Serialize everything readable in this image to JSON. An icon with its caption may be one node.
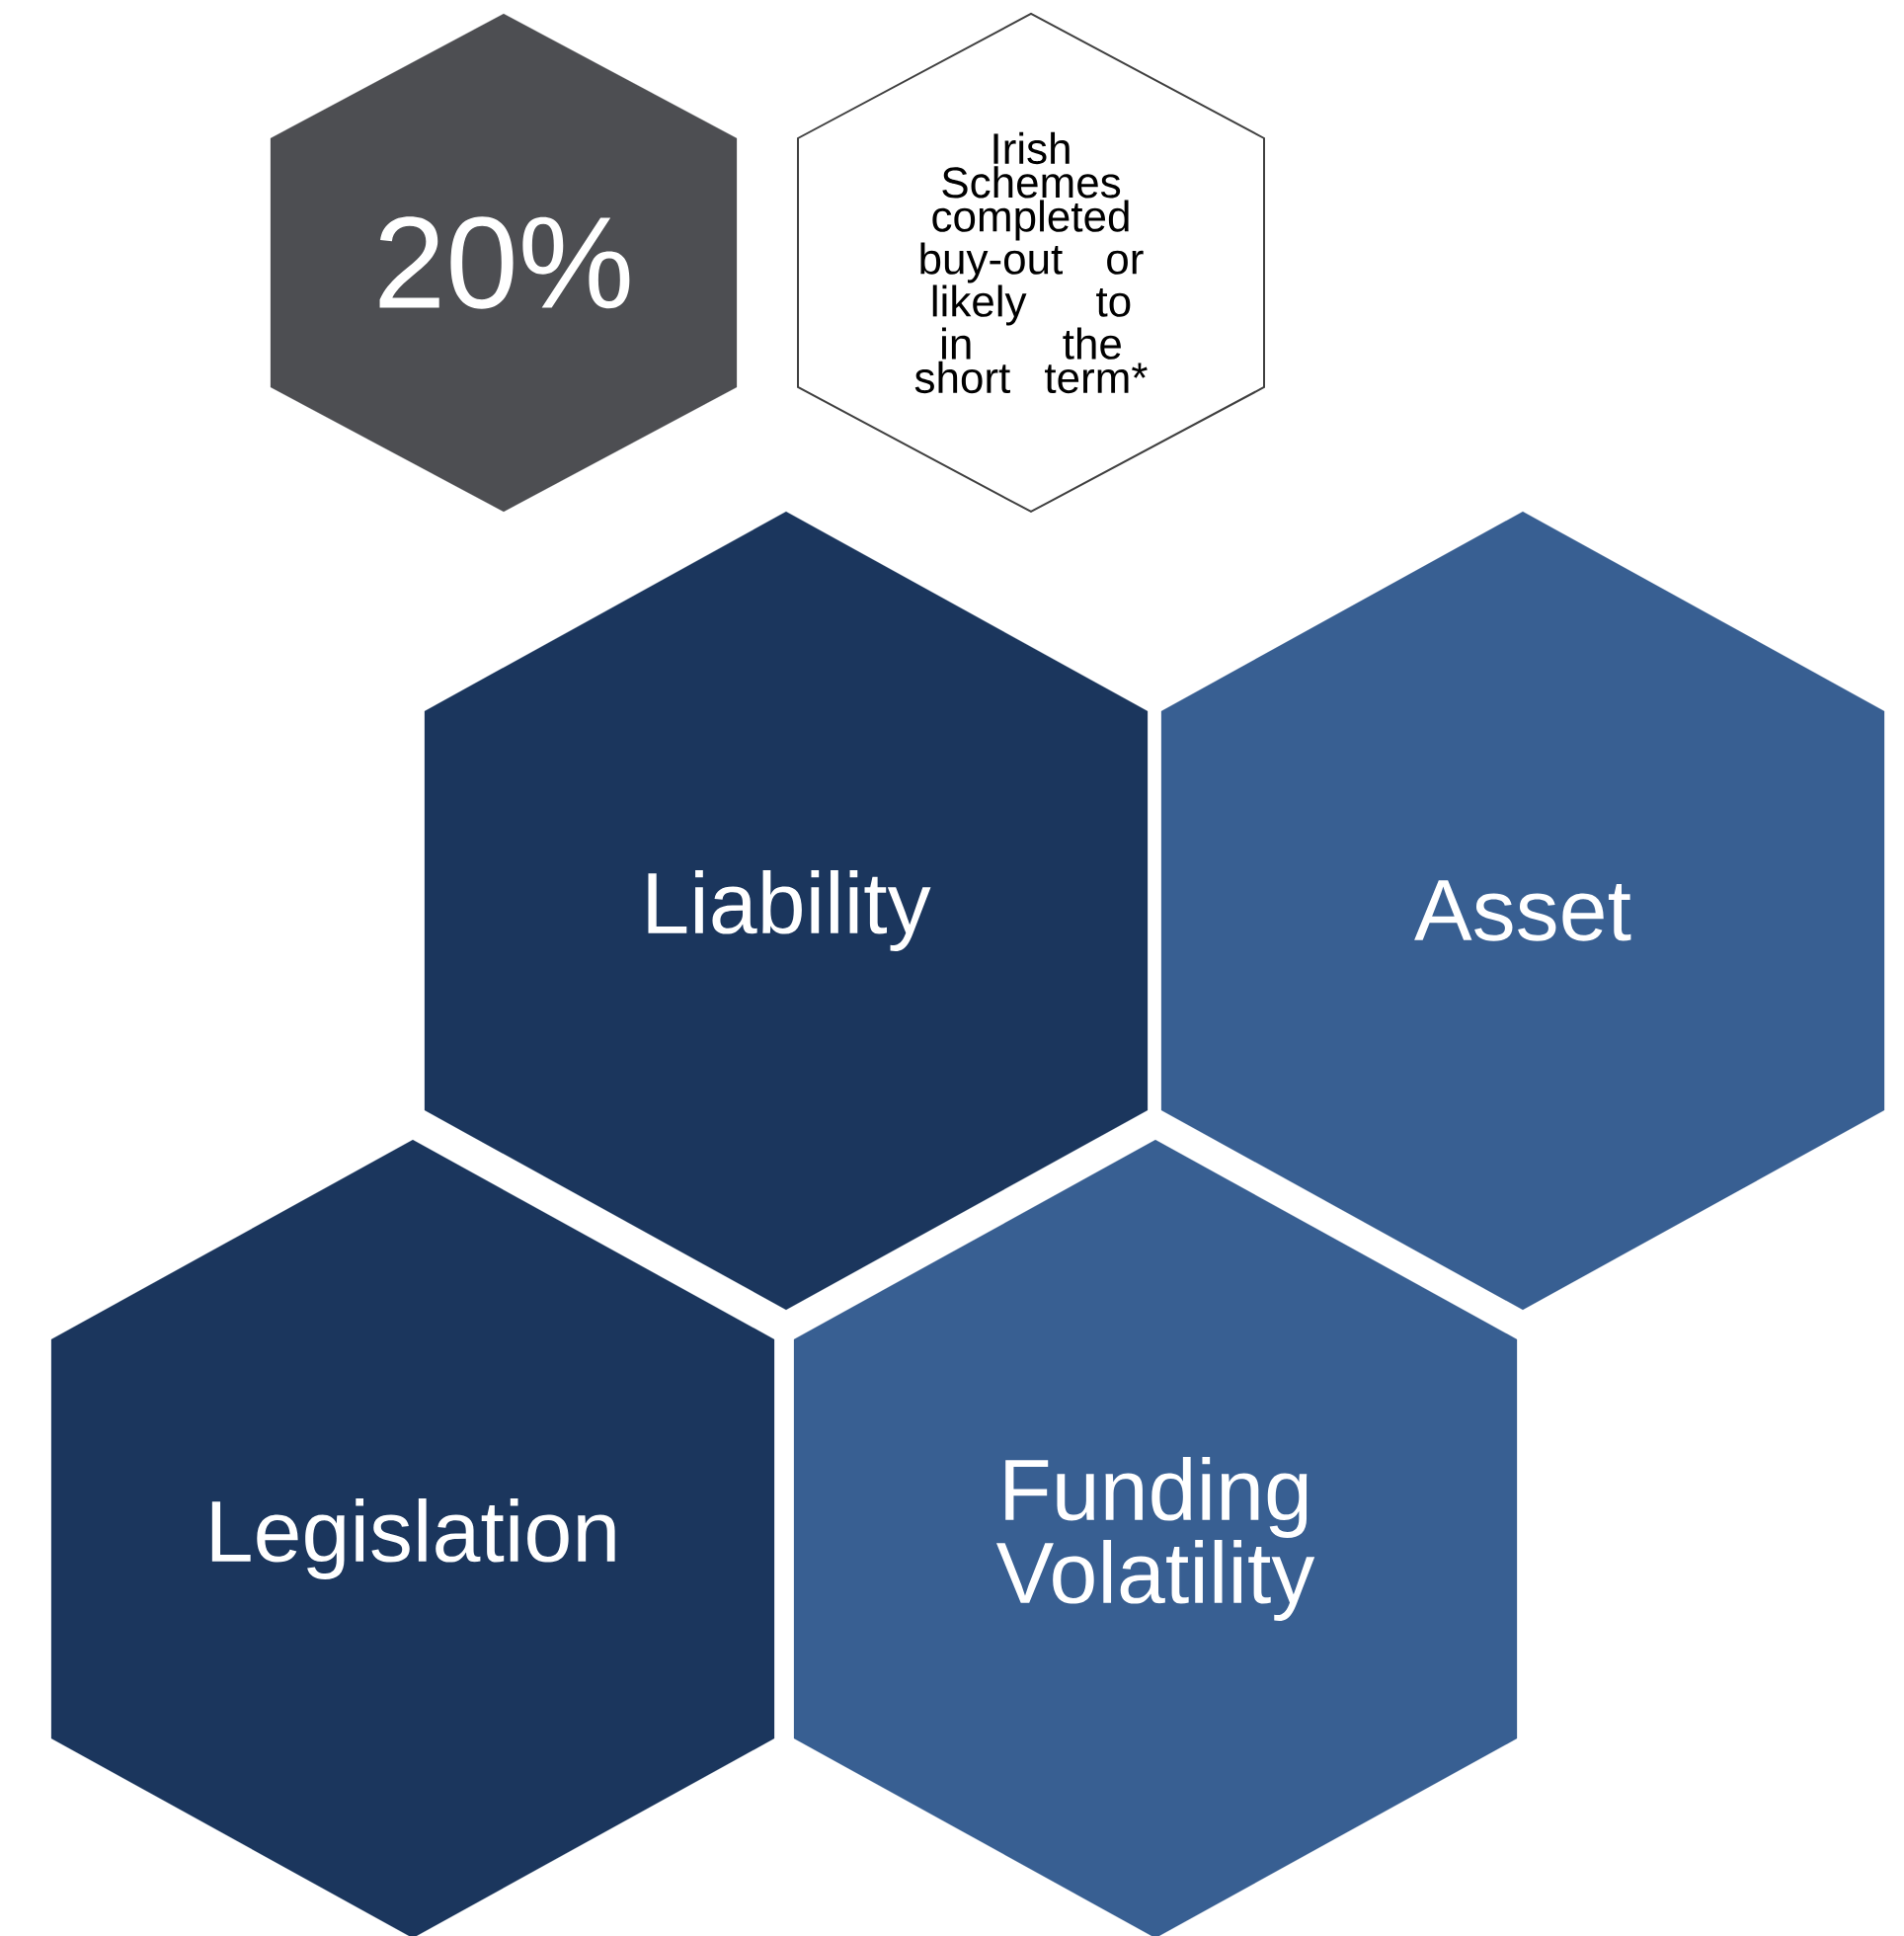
{
  "diagram": {
    "nodes": [
      {
        "text": [
          "20%"
        ]
      },
      {
        "text": [
          "Irish Schemes completed buy-out or likely to in the short term*"
        ]
      },
      {
        "text": [
          "Liability"
        ]
      },
      {
        "text": [
          "Asset"
        ]
      },
      {
        "text": [
          "Legislation"
        ]
      },
      {
        "text": [
          "Funding Volatility"
        ]
      }
    ]
  }
}
